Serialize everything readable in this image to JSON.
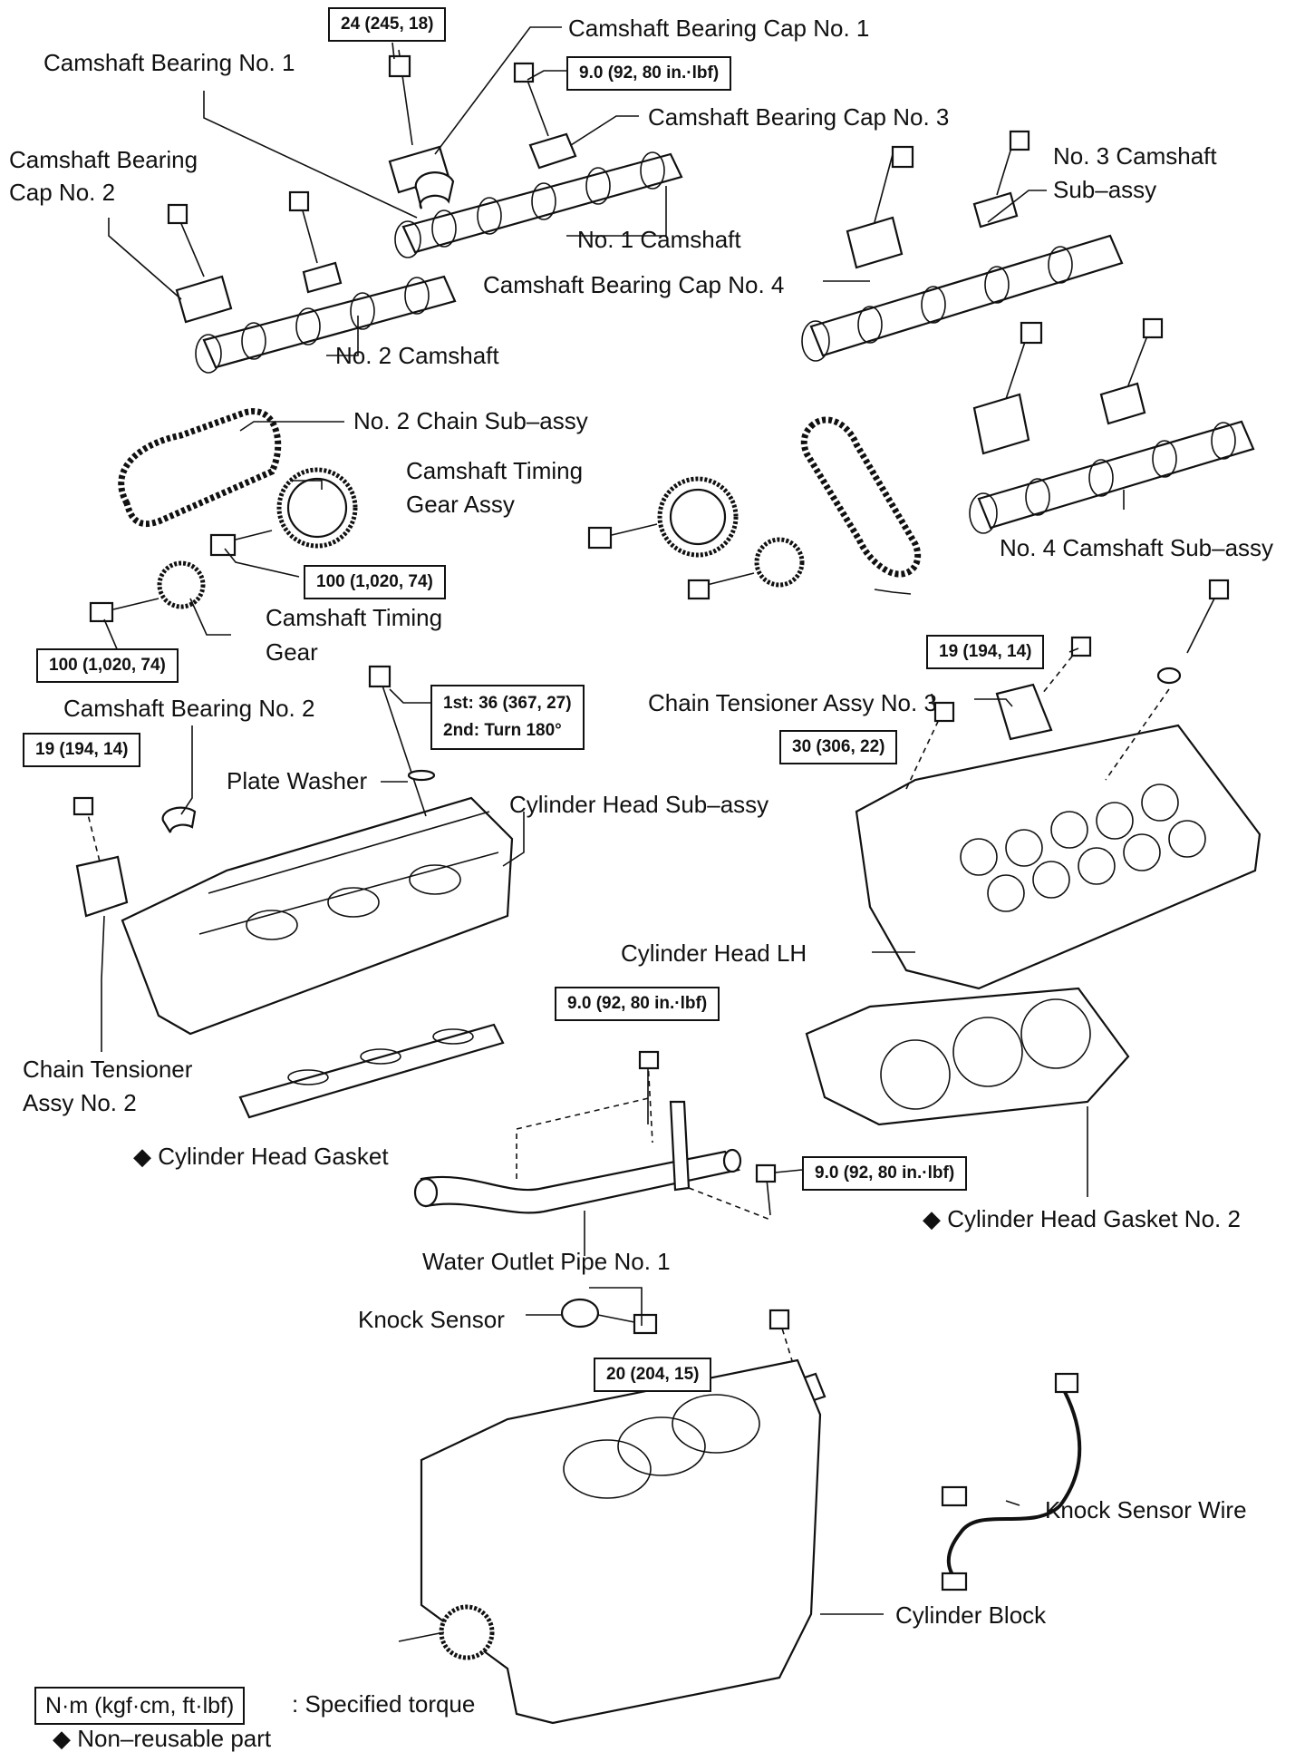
{
  "labels": {
    "camshaft_bearing_no1": "Camshaft Bearing No. 1",
    "camshaft_bearing_cap_no1": "Camshaft Bearing Cap No. 1",
    "camshaft_bearing_cap_no3": "Camshaft Bearing Cap No. 3",
    "camshaft_bearing_cap_no2_line1": "Camshaft Bearing",
    "camshaft_bearing_cap_no2_line2": "Cap No. 2",
    "no1_camshaft": "No. 1 Camshaft",
    "camshaft_bearing_cap_no4": "Camshaft Bearing Cap No. 4",
    "no3_camshaft_line1": "No. 3 Camshaft",
    "no3_camshaft_line2": "Sub–assy",
    "no2_camshaft": "No. 2 Camshaft",
    "no2_chain": "No. 2 Chain Sub–assy",
    "timing_gear_assy_line1": "Camshaft Timing",
    "timing_gear_assy_line2": "Gear Assy",
    "no4_camshaft": "No. 4 Camshaft Sub–assy",
    "timing_gear_line1": "Camshaft Timing",
    "timing_gear_line2": "Gear",
    "camshaft_bearing_no2": "Camshaft Bearing No. 2",
    "chain_tensioner_no3": "Chain Tensioner Assy No. 3",
    "plate_washer": "Plate Washer",
    "cylinder_head_subassy": "Cylinder Head Sub–assy",
    "cylinder_head_lh": "Cylinder Head LH",
    "chain_tensioner_no2_line1": "Chain Tensioner",
    "chain_tensioner_no2_line2": "Assy No. 2",
    "cylinder_head_gasket": "Cylinder Head Gasket",
    "cylinder_head_gasket_no2": "Cylinder Head Gasket No. 2",
    "water_outlet_pipe": "Water Outlet Pipe No. 1",
    "knock_sensor": "Knock Sensor",
    "knock_sensor_wire": "Knock Sensor Wire",
    "cylinder_block": "Cylinder Block"
  },
  "torques": {
    "t_cap1": "24 (245, 18)",
    "t_cap3": "9.0 (92, 80 in.·lbf)",
    "t_gear_assy": "100 (1,020, 74)",
    "t_gear": "100 (1,020, 74)",
    "t_head_bolt_1st": "1st: 36 (367, 27)",
    "t_head_bolt_2nd": "2nd: Turn 180°",
    "t_tensioner2": "19 (194, 14)",
    "t_tensioner3": "19 (194, 14)",
    "t_lh_bolt": "30 (306, 22)",
    "t_pipe_top": "9.0 (92, 80 in.·lbf)",
    "t_pipe_side": "9.0 (92, 80 in.·lbf)",
    "t_knock": "20 (204, 15)"
  },
  "legend": {
    "unit": "N·m (kgf·cm, ft·lbf)",
    "unit_desc": ": Specified torque",
    "nonreusable_symbol": "◆",
    "nonreusable_desc": "Non–reusable part"
  }
}
